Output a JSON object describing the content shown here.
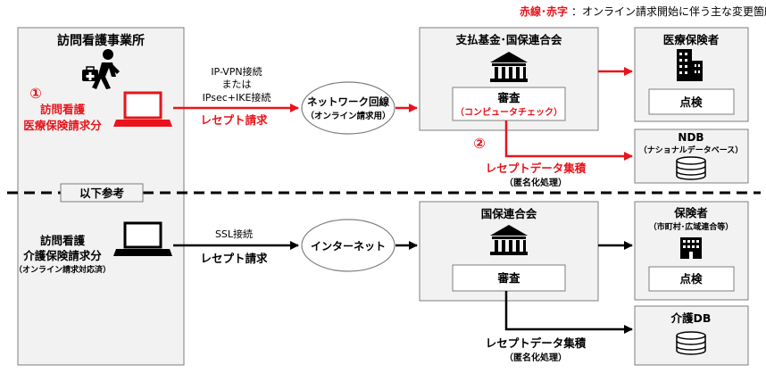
{
  "legend": {
    "highlight": "赤線･赤字",
    "description": "：オンライン請求開始に伴う主な変更箇所"
  },
  "top": {
    "office": {
      "title": "訪問看護事業所",
      "marker": "①",
      "claim_line1": "訪問看護",
      "claim_line2": "医療保険請求分"
    },
    "connection": {
      "line1": "IP-VPN接続",
      "line2": "または",
      "line3": "IPsec+IKE接続",
      "claim_label": "レセプト請求"
    },
    "network": {
      "line1": "ネットワーク回線",
      "line2": "（オンライン請求用）"
    },
    "fund": {
      "title": "支払基金･国保連合会",
      "review": "審査",
      "review_sub": "（コンピュータチェック）"
    },
    "insurer": {
      "title": "医療保険者",
      "check": "点検"
    },
    "ndb": {
      "title": "NDB",
      "subtitle": "（ナショナルデータベース）"
    },
    "marker2": "②",
    "accumulate": {
      "line1": "レセプトデータ集積",
      "line2": "（匿名化処理）"
    }
  },
  "divider_label": "以下参考",
  "bottom": {
    "office": {
      "line1": "訪問看護",
      "line2": "介護保険請求分",
      "line3": "（オンライン請求対応済）"
    },
    "connection": {
      "line1": "SSL接続",
      "claim_label": "レセプト請求"
    },
    "internet": "インターネット",
    "kokuho": {
      "title": "国保連合会",
      "review": "審査"
    },
    "insurer": {
      "title": "保険者",
      "subtitle": "（市町村･広域連合等）",
      "check": "点検"
    },
    "kaigo_db": "介護DB",
    "accumulate": {
      "line1": "レセプトデータ集積",
      "line2": "（匿名化処理）"
    }
  },
  "colors": {
    "red": "#e8141b",
    "black": "#000000",
    "gray_box": "#f2f2f2",
    "border": "#7f7f7f"
  },
  "icons": {
    "nurse": "nurse-with-medical-bag-icon",
    "laptop": "laptop-icon",
    "bank": "bank-building-icon",
    "office_building": "office-building-icon",
    "database": "database-icon"
  }
}
